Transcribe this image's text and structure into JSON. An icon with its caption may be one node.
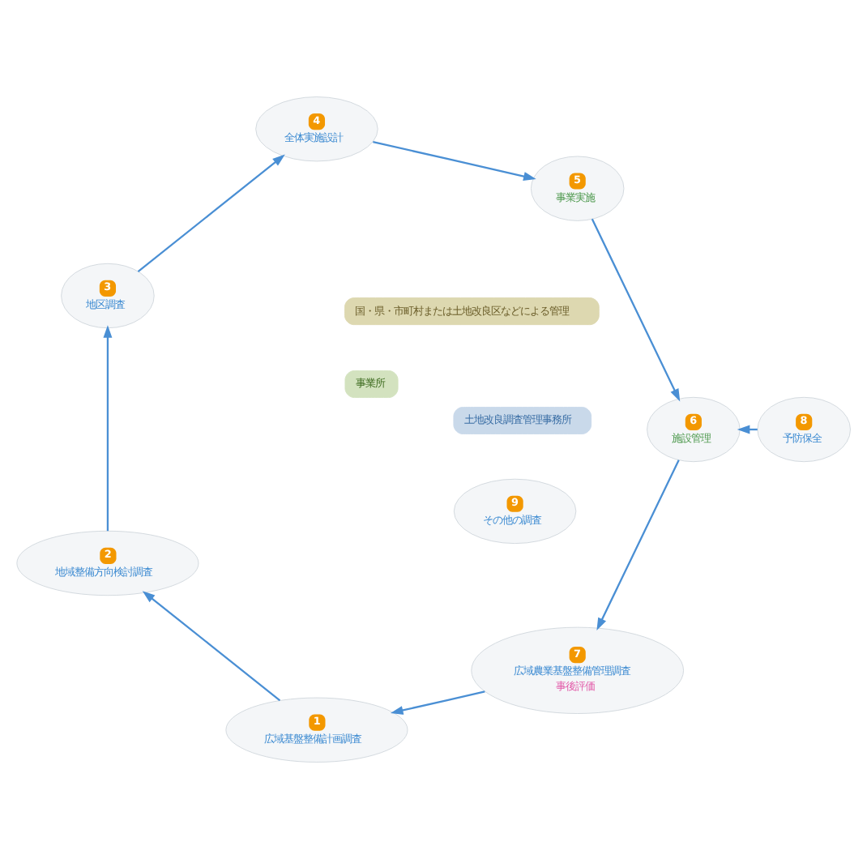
{
  "diagram": {
    "nodes": [
      {
        "text": [
          "土地改良調査管理事務所"
        ]
      },
      {
        "text": [
          "事業所"
        ]
      },
      {
        "text": [
          "国・県・市町村または土地改良区などによる管理"
        ]
      },
      {
        "text": [
          "1",
          "広域基盤整備計画調査"
        ]
      },
      {
        "text": [
          "2",
          "地域整備方向検討調査"
        ]
      },
      {
        "text": [
          "3",
          "地区調査"
        ]
      },
      {
        "text": [
          "4",
          "全体実施設計"
        ]
      },
      {
        "text": [
          "5",
          "事業実施"
        ]
      },
      {
        "text": [
          "6",
          "施設管理"
        ]
      },
      {
        "text": [
          "7",
          "広域農業基盤整備管理調査",
          "事後評価"
        ]
      },
      {
        "text": [
          "8",
          "予防保全"
        ]
      },
      {
        "text": [
          "9",
          "その他の調査"
        ]
      }
    ],
    "edges": [
      {
        "from": 3,
        "to": 4,
        "arrow": "to"
      },
      {
        "from": 4,
        "to": 5,
        "arrow": "to"
      },
      {
        "from": 5,
        "to": 6,
        "arrow": "to"
      },
      {
        "from": 6,
        "to": 7,
        "arrow": "to"
      },
      {
        "from": 7,
        "to": 8,
        "arrow": "to"
      },
      {
        "from": 10,
        "to": 8,
        "arrow": "to"
      },
      {
        "from": 8,
        "to": 9,
        "arrow": "to"
      },
      {
        "from": 9,
        "to": 3,
        "arrow": "to"
      }
    ]
  }
}
